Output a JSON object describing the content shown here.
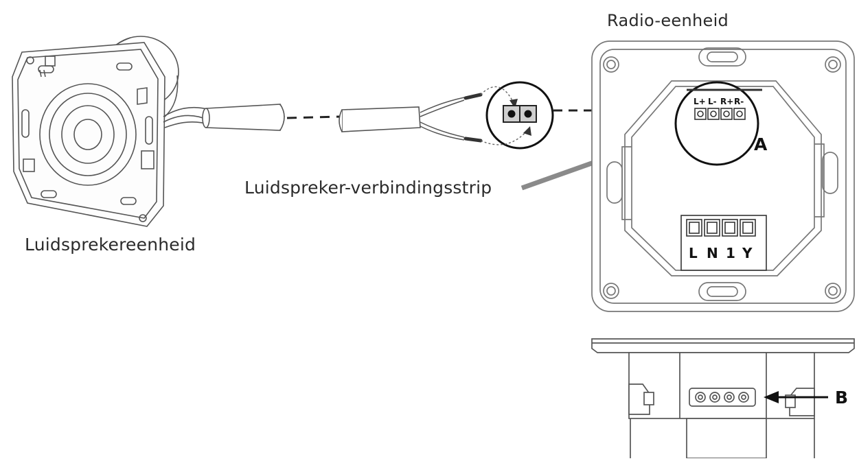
{
  "labels": {
    "radio_unit": "Radio-eenheid",
    "speaker_strip": "Luidspreker-verbindingsstrip",
    "speaker_unit": "Luidsprekereenheid",
    "marker_a": "A",
    "marker_b": "B"
  },
  "speaker_terminals": [
    "L+",
    "L-",
    "R+",
    "R-"
  ],
  "power_terminals": [
    "L",
    "N",
    "1",
    "Y"
  ]
}
